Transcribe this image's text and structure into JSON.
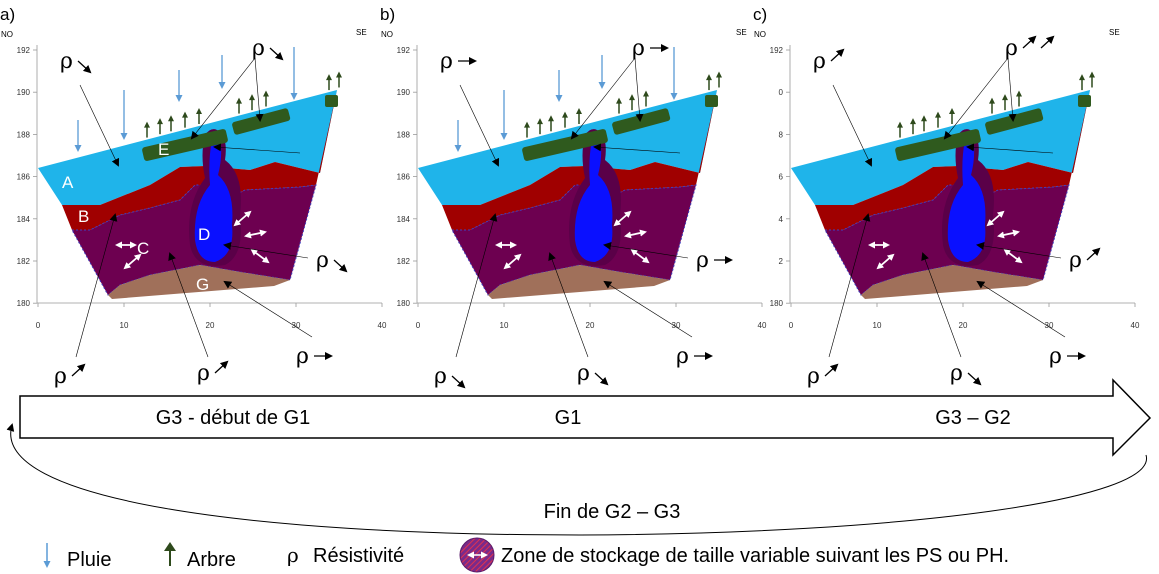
{
  "panels": [
    {
      "letter": "a)",
      "corner_left": "NO",
      "corner_right": "SE",
      "y_ticks": [
        "192",
        "190",
        "188",
        "186",
        "184",
        "182",
        "180"
      ],
      "x_ticks": [
        "0",
        "10",
        "20",
        "30",
        "40"
      ],
      "zones": [
        "A",
        "B",
        "C",
        "D",
        "E",
        "G"
      ],
      "rho_labels": [
        {
          "symbol": "ρ",
          "arrow": "down-right"
        },
        {
          "symbol": "ρ",
          "arrow": "down-right"
        },
        {
          "symbol": "ρ",
          "arrow": "down-right"
        },
        {
          "symbol": "ρ",
          "arrow": "up-right"
        },
        {
          "symbol": "ρ",
          "arrow": "up-right"
        },
        {
          "symbol": "ρ",
          "arrow": "right"
        }
      ],
      "rain": true
    },
    {
      "letter": "b)",
      "corner_left": "NO",
      "corner_right": "SE",
      "y_ticks": [
        "192",
        "190",
        "188",
        "186",
        "184",
        "182",
        "180"
      ],
      "x_ticks": [
        "0",
        "10",
        "20",
        "30",
        "40"
      ],
      "zones": [],
      "rho_labels": [
        {
          "symbol": "ρ",
          "arrow": "right"
        },
        {
          "symbol": "ρ",
          "arrow": "right"
        },
        {
          "symbol": "ρ",
          "arrow": "right"
        },
        {
          "symbol": "ρ",
          "arrow": "down-right"
        },
        {
          "symbol": "ρ",
          "arrow": "down-right"
        },
        {
          "symbol": "ρ",
          "arrow": "right"
        }
      ],
      "rain": true
    },
    {
      "letter": "c)",
      "corner_left": "NO",
      "corner_right": "SE",
      "y_ticks": [
        "192",
        "0",
        "8",
        "6",
        "4",
        "2",
        "180"
      ],
      "x_ticks": [
        "0",
        "10",
        "20",
        "30",
        "40"
      ],
      "zones": [],
      "rho_labels": [
        {
          "symbol": "ρ",
          "arrow": "up-right"
        },
        {
          "symbol": "ρ",
          "arrow": "up-right up-right"
        },
        {
          "symbol": "ρ",
          "arrow": "up-right"
        },
        {
          "symbol": "ρ",
          "arrow": "up-right"
        },
        {
          "symbol": "ρ",
          "arrow": "down-right"
        },
        {
          "symbol": "ρ",
          "arrow": "right"
        }
      ],
      "rain": false
    }
  ],
  "cycle": {
    "stages": [
      "G3 - début de G1",
      "G1",
      "G3 – G2"
    ],
    "return_label": "Fin de G2 – G3"
  },
  "legend": {
    "rain": "Pluie",
    "tree": "Arbre",
    "rho_symbol": "ρ",
    "resistivity": "Résistivité",
    "storage": "Zone de stockage de taille variable suivant les PS ou PH."
  },
  "colors": {
    "A": "#1fb4ea",
    "B": "#a00000",
    "C": "#6d0050",
    "D": "#0a10ff",
    "E": "#2f5a1e",
    "G": "#a0705a",
    "rain": "#5b9bd5",
    "tree": "#2e4a1c"
  }
}
